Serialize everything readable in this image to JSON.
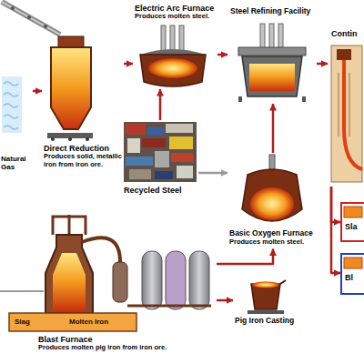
{
  "diagram": {
    "nodes": [
      {
        "text": [
          "Natural Gas"
        ]
      },
      {
        "text": [
          "Direct Reduction",
          "Produces solid, metallic iron from iron ore."
        ]
      },
      {
        "text": [
          "Electric Arc Furnace",
          "Produces molten steel."
        ]
      },
      {
        "text": [
          "Steel Refining Facility"
        ]
      },
      {
        "text": [
          "Contin"
        ]
      },
      {
        "text": [
          "Recycled Steel"
        ]
      },
      {
        "text": [
          "Basic Oxygen Furnace",
          "Produces molten steel."
        ]
      },
      {
        "text": [
          "Sla"
        ]
      },
      {
        "text": [
          "Bl"
        ]
      },
      {
        "text": [
          "Blast Furnace",
          "Produces molten pig iron from iron ore."
        ]
      },
      {
        "text": [
          "Pig Iron Casting"
        ]
      }
    ],
    "edges": [
      {
        "from": 0,
        "to": 1,
        "arrow": "to"
      },
      {
        "from": 1,
        "to": 2,
        "arrow": "to"
      },
      {
        "from": 5,
        "to": 2,
        "arrow": "to"
      },
      {
        "from": 2,
        "to": 3,
        "arrow": "to"
      },
      {
        "from": 6,
        "to": 3,
        "arrow": "to"
      },
      {
        "from": 3,
        "to": 4,
        "arrow": "to"
      },
      {
        "from": 4,
        "to": 7,
        "arrow": "to"
      },
      {
        "from": 4,
        "to": 8,
        "arrow": "to"
      },
      {
        "from": 5,
        "to": 6,
        "arrow": "to"
      },
      {
        "from": 9,
        "to": 6,
        "arrow": "to"
      },
      {
        "from": 9,
        "to": 10,
        "arrow": "to"
      }
    ],
    "labels": [
      "Slag",
      "Molten Iron"
    ]
  }
}
